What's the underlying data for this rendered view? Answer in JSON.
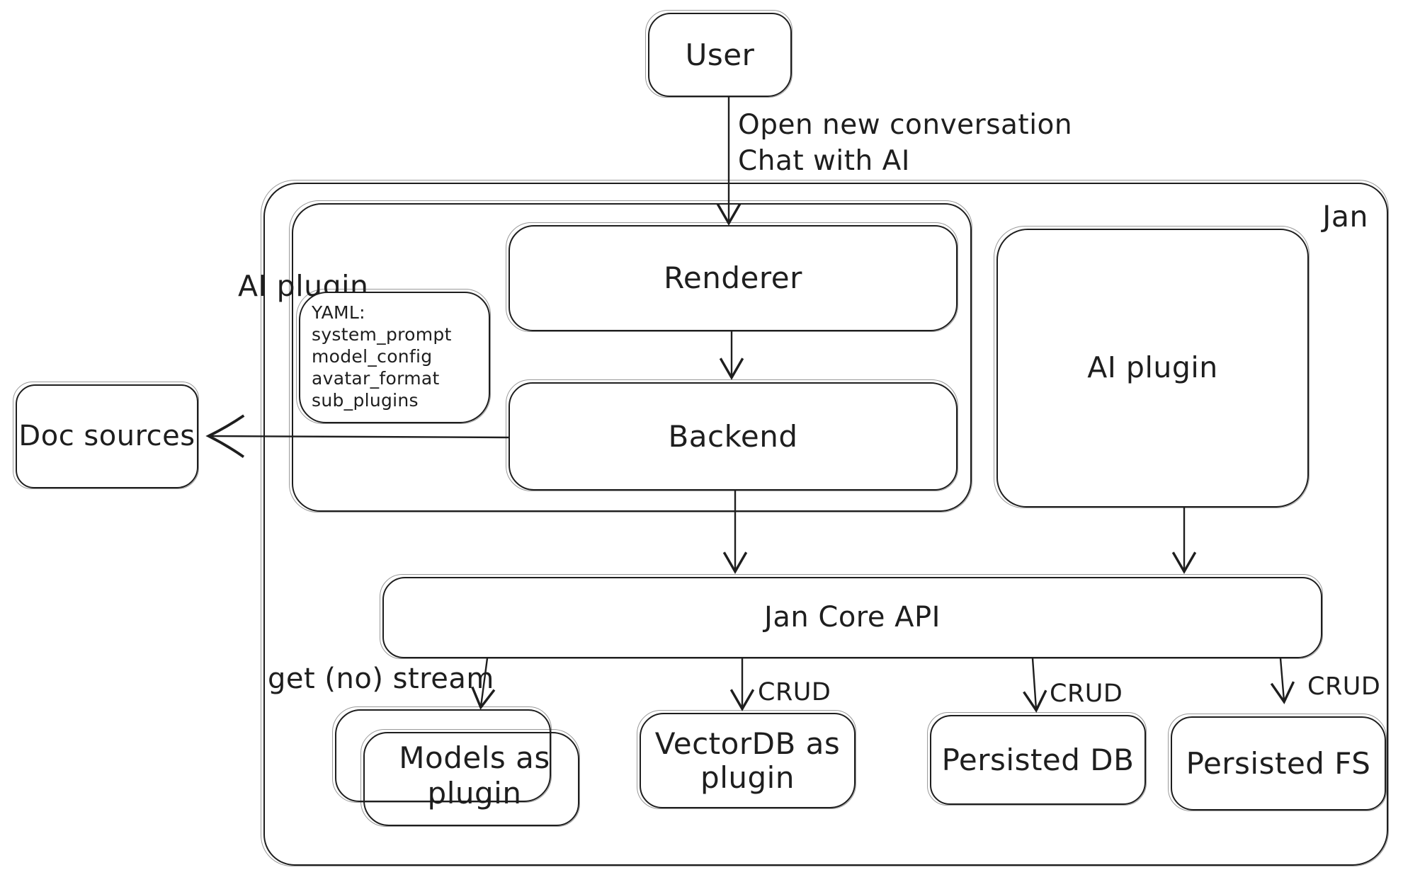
{
  "colors": {
    "stroke": "#1e1e1e",
    "background": "#ffffff"
  },
  "nodes": {
    "user": {
      "label": "User"
    },
    "jan": {
      "label": "Jan"
    },
    "ai_plugin_left": {
      "label": "AI plugin"
    },
    "renderer": {
      "label": "Renderer"
    },
    "yaml_note": {
      "lines": [
        "YAML:",
        "system_prompt",
        "model_config",
        "avatar_format",
        "sub_plugins"
      ]
    },
    "backend": {
      "label": "Backend"
    },
    "doc_sources": {
      "label": "Doc sources"
    },
    "ai_plugin_right": {
      "label": "AI plugin"
    },
    "jan_core_api": {
      "label": "Jan Core API"
    },
    "models_as_plugin": {
      "label": "Models as plugin"
    },
    "vectordb_as_plugin": {
      "label": "VectorDB as plugin"
    },
    "persisted_db": {
      "label": "Persisted DB"
    },
    "persisted_fs": {
      "label": "Persisted FS"
    }
  },
  "edges": {
    "user_to_renderer": {
      "labels": [
        "Open new conversation",
        "Chat with AI"
      ]
    },
    "jan_core_api_to_models": {
      "label": "get (no) stream"
    },
    "jan_core_api_to_vectordb": {
      "label": "CRUD"
    },
    "jan_core_api_to_persisted_db": {
      "label": "CRUD"
    },
    "jan_core_api_to_persisted_fs": {
      "label": "CRUD"
    }
  }
}
